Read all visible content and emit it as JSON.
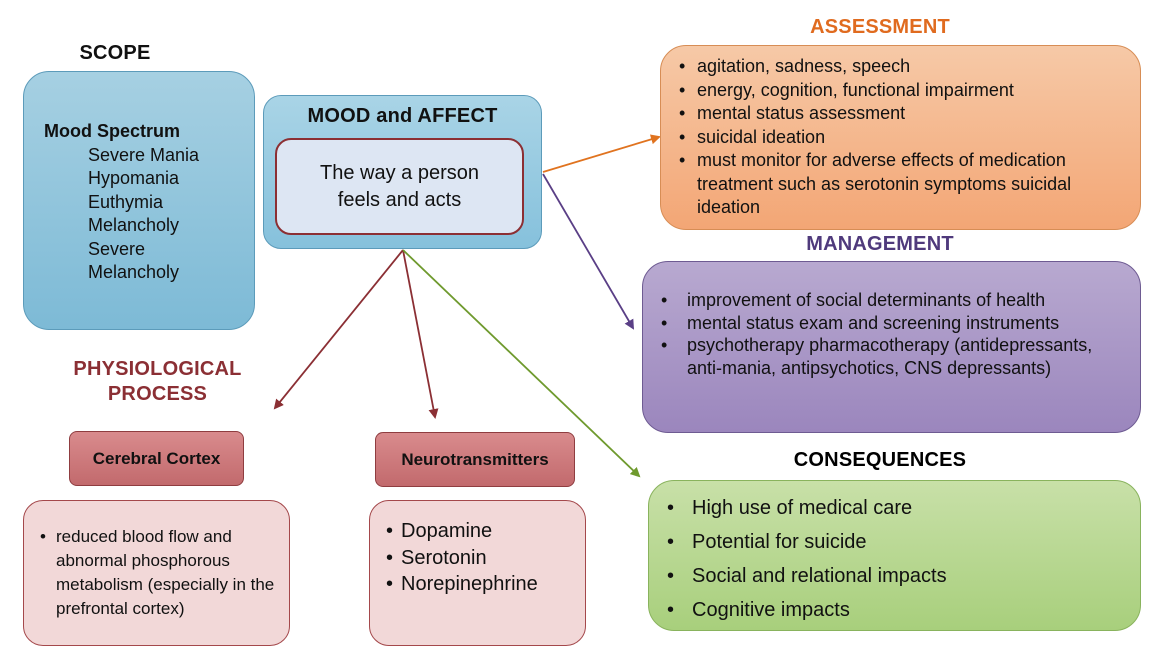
{
  "scope": {
    "title": "SCOPE",
    "subtitle": "Mood Spectrum",
    "items": [
      "Severe Mania",
      "Hypomania",
      "Euthymia",
      "Melancholy",
      "Severe",
      "Melancholy"
    ]
  },
  "mood": {
    "title": "MOOD and AFFECT",
    "definition": "The way a person feels and acts"
  },
  "assessment": {
    "title": "ASSESSMENT",
    "items": [
      "agitation, sadness, speech",
      "energy, cognition, functional impairment",
      "mental status assessment",
      "suicidal ideation",
      "must monitor for adverse effects of medication treatment such as serotonin symptoms suicidal ideation"
    ]
  },
  "management": {
    "title": "MANAGEMENT",
    "items": [
      "improvement of social determinants of health",
      "mental status exam and screening instruments",
      "psychotherapy pharmacotherapy (antidepressants, anti-mania, antipsychotics, CNS depressants)"
    ]
  },
  "consequences": {
    "title": "CONSEQUENCES",
    "items": [
      "High use of medical care",
      "Potential for suicide",
      "Social and relational impacts",
      "Cognitive impacts"
    ]
  },
  "physiological": {
    "title": "PHYSIOLOGICAL PROCESS",
    "cortex": {
      "title": "Cerebral Cortex",
      "items": [
        "reduced blood flow and abnormal phosphorous metabolism (especially in the prefrontal cortex)"
      ]
    },
    "neurotransmitters": {
      "title": "Neurotransmitters",
      "items": [
        "Dopamine",
        "Serotonin",
        "Norepinephrine"
      ]
    }
  },
  "colors": {
    "assessment": "#e06b1f",
    "management": "#4f3a7c",
    "physiological": "#8b2f34",
    "arrow_orange": "#e0731f",
    "arrow_purple": "#5a3f86",
    "arrow_red": "#8b2f34",
    "arrow_green": "#6f9a2e"
  }
}
